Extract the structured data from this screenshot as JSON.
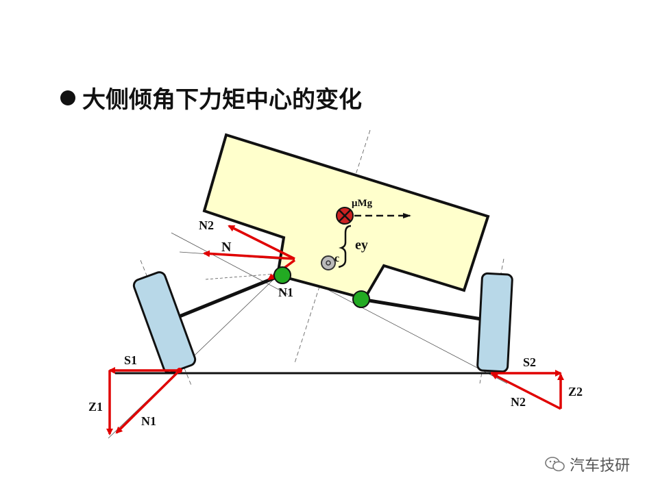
{
  "title": "大侧倾角下力矩中心的变化",
  "labels": {
    "N2_left": "N2",
    "N_left": "N",
    "N1_center": "N1",
    "umg": "μMg",
    "ey": "ey",
    "c": "c",
    "S1": "S1",
    "Z1": "Z1",
    "N1_bottom": "N1",
    "S2": "S2",
    "Z2": "Z2",
    "N2_bottom": "N2"
  },
  "watermark": "汽车技研",
  "colors": {
    "body_fill": "#FFFFCC",
    "wheel_fill": "#B8D8E8",
    "force_red": "#E00000",
    "joint_green": "#22AA22",
    "cg_red": "#CC2222",
    "roll_center_gray": "#BBBBBB"
  }
}
